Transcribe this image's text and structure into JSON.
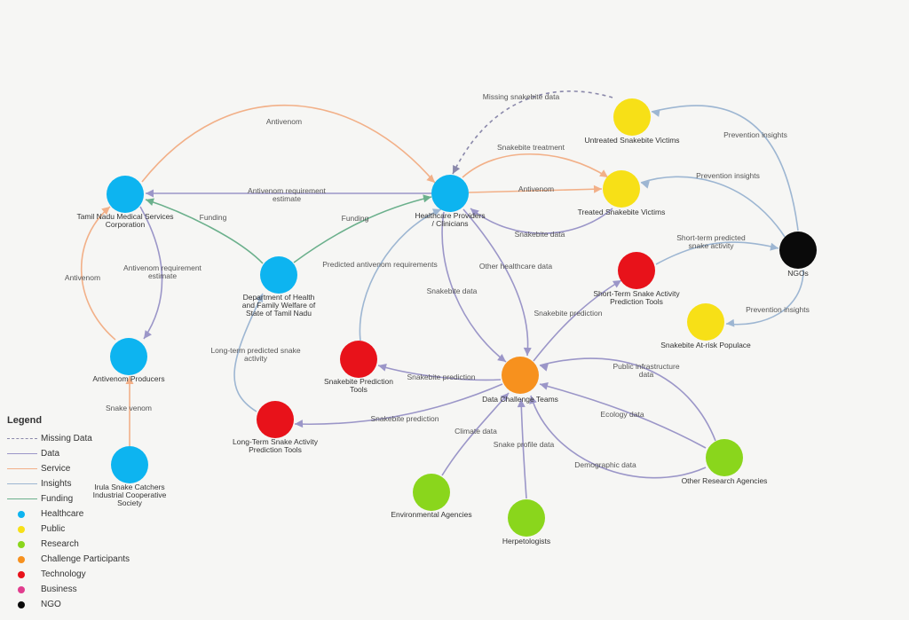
{
  "colors": {
    "healthcare": "#0db4f0",
    "public": "#f7e017",
    "research": "#8ad61c",
    "challenge": "#f7911e",
    "technology": "#e8121a",
    "business": "#e13d8e",
    "ngo": "#0a0a0a",
    "missing": "#8a88aa",
    "data": "#9b96c8",
    "service": "#f2b088",
    "insights": "#9db6d2",
    "funding": "#6bb08c"
  },
  "legend": {
    "title": "Legend",
    "lines": [
      {
        "label": "Missing Data",
        "type": "missing"
      },
      {
        "label": "Data",
        "type": "data"
      },
      {
        "label": "Service",
        "type": "service"
      },
      {
        "label": "Insights",
        "type": "insights"
      },
      {
        "label": "Funding",
        "type": "funding"
      }
    ],
    "categories": [
      {
        "label": "Healthcare",
        "type": "healthcare"
      },
      {
        "label": "Public",
        "type": "public"
      },
      {
        "label": "Research",
        "type": "research"
      },
      {
        "label": "Challenge Participants",
        "type": "challenge"
      },
      {
        "label": "Technology",
        "type": "technology"
      },
      {
        "label": "Business",
        "type": "business"
      },
      {
        "label": "NGO",
        "type": "ngo"
      }
    ]
  },
  "nodes": [
    {
      "id": "tnmsc",
      "type": "healthcare",
      "label": [
        "Tamil Nadu Medical Services",
        "Corporation"
      ]
    },
    {
      "id": "hcp",
      "type": "healthcare",
      "label": [
        "Healthcare Providers",
        "/ Clinicians"
      ]
    },
    {
      "id": "dhfw",
      "type": "healthcare",
      "label": [
        "Department of Health",
        "and Family Welfare of",
        "State of Tamil Nadu"
      ]
    },
    {
      "id": "ap",
      "type": "healthcare",
      "label": [
        "Antivenom Producers"
      ]
    },
    {
      "id": "irula",
      "type": "healthcare",
      "label": [
        "Irula Snake Catchers",
        "Industrial Cooperative",
        "Society"
      ]
    },
    {
      "id": "untreated",
      "type": "public",
      "label": [
        "Untreated Snakebite Victims"
      ]
    },
    {
      "id": "treated",
      "type": "public",
      "label": [
        "Treated Snakebite Victims"
      ]
    },
    {
      "id": "atrisk",
      "type": "public",
      "label": [
        "Snakebite At-risk Populace"
      ]
    },
    {
      "id": "ngos",
      "type": "ngo",
      "label": [
        "NGOs"
      ]
    },
    {
      "id": "stpt",
      "type": "technology",
      "label": [
        "Short-Term Snake Activity",
        "Prediction Tools"
      ]
    },
    {
      "id": "spt",
      "type": "technology",
      "label": [
        "Snakebite Prediction",
        "Tools"
      ]
    },
    {
      "id": "ltpt",
      "type": "technology",
      "label": [
        "Long-Term Snake Activity",
        "Prediction Tools"
      ]
    },
    {
      "id": "dct",
      "type": "challenge",
      "label": [
        "Data Challenge Teams"
      ]
    },
    {
      "id": "env",
      "type": "research",
      "label": [
        "Environmental Agencies"
      ]
    },
    {
      "id": "herp",
      "type": "research",
      "label": [
        "Herpetologists"
      ]
    },
    {
      "id": "ora",
      "type": "research",
      "label": [
        "Other Research Agencies"
      ]
    }
  ],
  "edges": [
    {
      "type": "service",
      "label": [
        "Antivenom"
      ]
    },
    {
      "type": "data",
      "label": [
        "Antivenom requirement",
        "estimate"
      ]
    },
    {
      "type": "funding",
      "label": [
        "Funding"
      ]
    },
    {
      "type": "funding",
      "label": [
        "Funding"
      ]
    },
    {
      "type": "service",
      "label": [
        "Antivenom"
      ]
    },
    {
      "type": "data",
      "label": [
        "Antivenom requirement",
        "estimate"
      ]
    },
    {
      "type": "service",
      "label": [
        "Snake venom"
      ]
    },
    {
      "type": "missing",
      "label": [
        "Missing snakebite data"
      ]
    },
    {
      "type": "service",
      "label": [
        "Snakebite treatment"
      ]
    },
    {
      "type": "service",
      "label": [
        "Antivenom"
      ]
    },
    {
      "type": "data",
      "label": [
        "Snakebite data"
      ]
    },
    {
      "type": "insights",
      "label": [
        "Prevention insights"
      ]
    },
    {
      "type": "insights",
      "label": [
        "Prevention insights"
      ]
    },
    {
      "type": "insights",
      "label": [
        "Short-term predicted",
        "snake activity"
      ]
    },
    {
      "type": "insights",
      "label": [
        "Prevention insights"
      ]
    },
    {
      "type": "insights",
      "label": [
        "Predicted antivenom requirements"
      ]
    },
    {
      "type": "data",
      "label": [
        "Other healthcare data"
      ]
    },
    {
      "type": "data",
      "label": [
        "Snakebite data"
      ]
    },
    {
      "type": "data",
      "label": [
        "Snakebite prediction"
      ]
    },
    {
      "type": "data",
      "label": [
        "Snakebite prediction"
      ]
    },
    {
      "type": "data",
      "label": [
        "Snakebite prediction"
      ]
    },
    {
      "type": "insights",
      "label": [
        "Long-term predicted snake",
        "activity"
      ]
    },
    {
      "type": "data",
      "label": [
        "Public infrastructure",
        "data"
      ]
    },
    {
      "type": "data",
      "label": [
        "Ecology data"
      ]
    },
    {
      "type": "data",
      "label": [
        "Demographic data"
      ]
    },
    {
      "type": "data",
      "label": [
        "Climate data"
      ]
    },
    {
      "type": "data",
      "label": [
        "Snake profile data"
      ]
    }
  ]
}
